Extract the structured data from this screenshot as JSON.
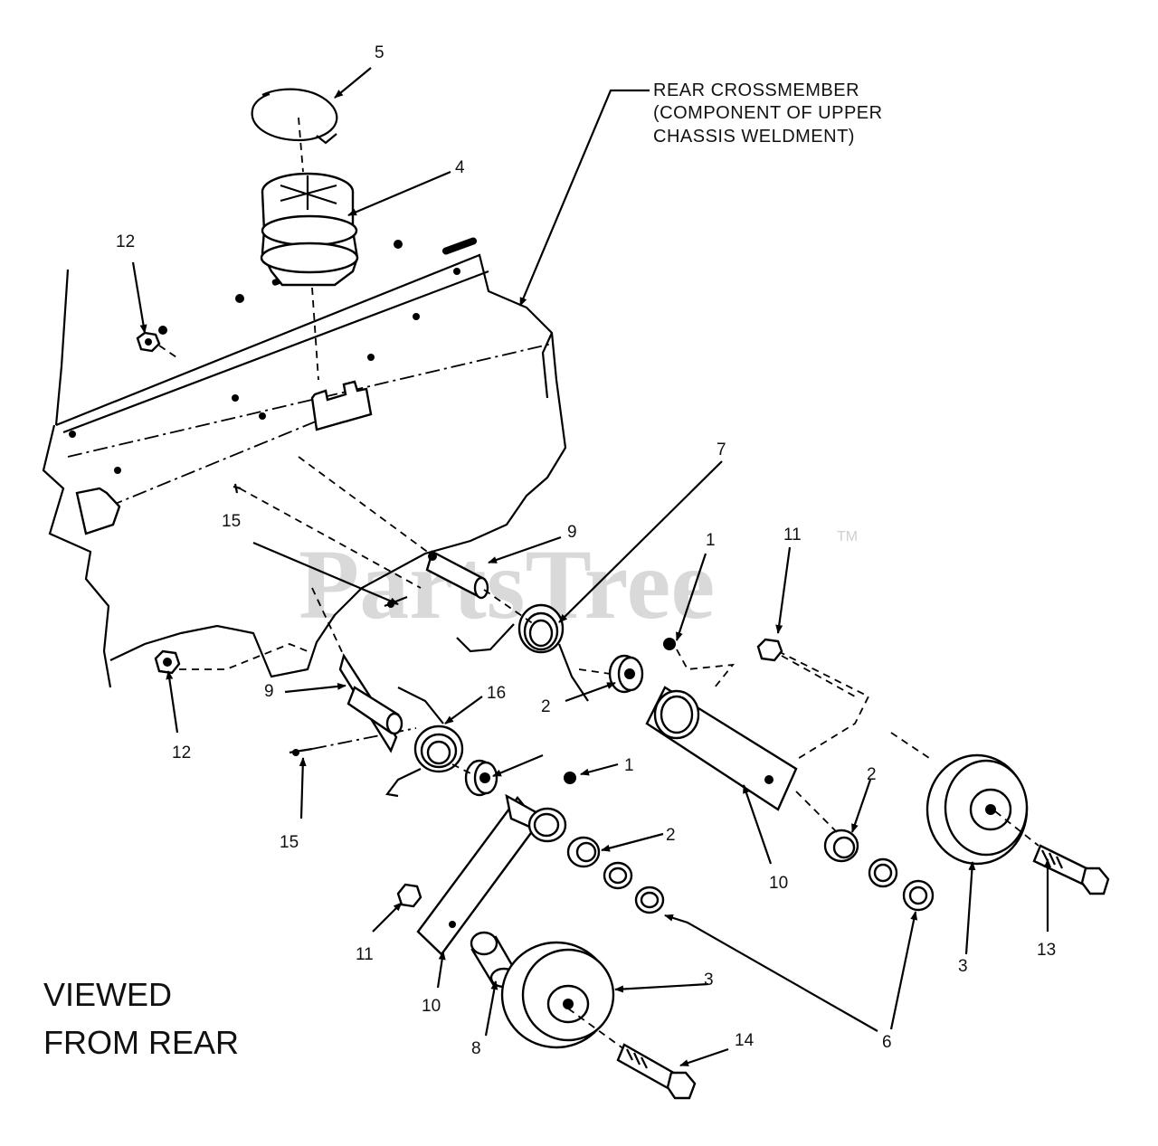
{
  "watermark": {
    "text": "PartsTree",
    "tm": "TM"
  },
  "view_label": {
    "line1": "VIEWED",
    "line2": "FROM REAR"
  },
  "note": {
    "line1": "REAR CROSSMEMBER",
    "line2": "(COMPONENT OF UPPER",
    "line3": "CHASSIS WELDMENT)"
  },
  "callouts": {
    "c5": "5",
    "c4": "4",
    "c12a": "12",
    "c12b": "12",
    "c7": "7",
    "c15a": "15",
    "c15b": "15",
    "c9a": "9",
    "c9b": "9",
    "c1a": "1",
    "c1b": "1",
    "c11a": "11",
    "c11b": "11",
    "c16": "16",
    "c2a": "2",
    "c2b": "2",
    "c2c": "2",
    "c10a": "10",
    "c10b": "10",
    "c3a": "3",
    "c3b": "3",
    "c13": "13",
    "c14": "14",
    "c6": "6",
    "c8": "8"
  }
}
